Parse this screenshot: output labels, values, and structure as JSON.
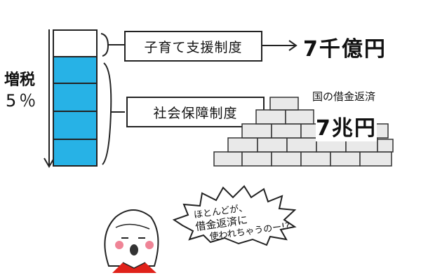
{
  "tax": {
    "label": "増税",
    "rate": "5％"
  },
  "branches": [
    {
      "label": "子育て支援制度",
      "amount": "7千億円"
    },
    {
      "label": "社会保障制度"
    }
  ],
  "debt": {
    "label": "国の借金返済",
    "amount": "7兆円"
  },
  "speech": {
    "lines": [
      "ほとんどが、",
      "借金返済に",
      "使われちゃうのー!?"
    ]
  },
  "colors": {
    "stack": "#27b2e6",
    "cheek": "#e8506a",
    "collar": "#e0221a"
  }
}
